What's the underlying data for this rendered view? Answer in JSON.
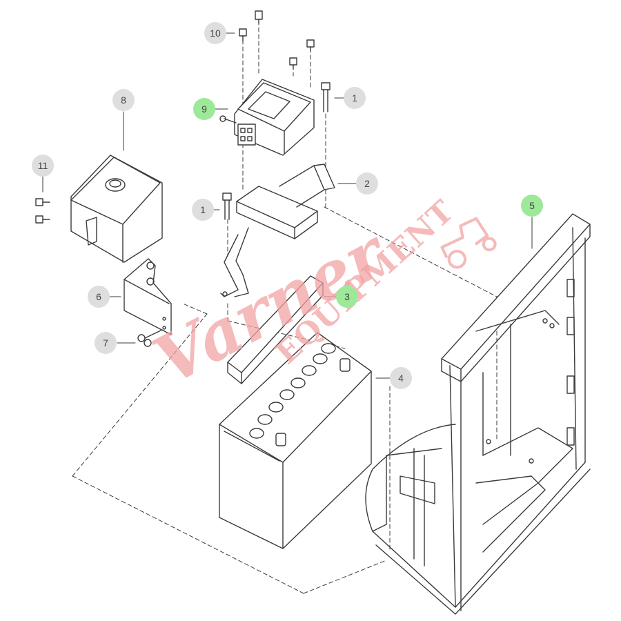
{
  "callouts": {
    "c10": "10",
    "c9": "9",
    "c1a": "1",
    "c8": "8",
    "c2": "2",
    "c11": "11",
    "c1b": "1",
    "c5": "5",
    "c6": "6",
    "c3": "3",
    "c4": "4",
    "c7": "7"
  },
  "watermark": {
    "script": "Varner",
    "word": "EQUIPMENT"
  },
  "colors": {
    "line": "#3a3a3a",
    "callout_default": "#dedede",
    "callout_highlight": "#9ee89a",
    "watermark": "#f2a3a3"
  }
}
